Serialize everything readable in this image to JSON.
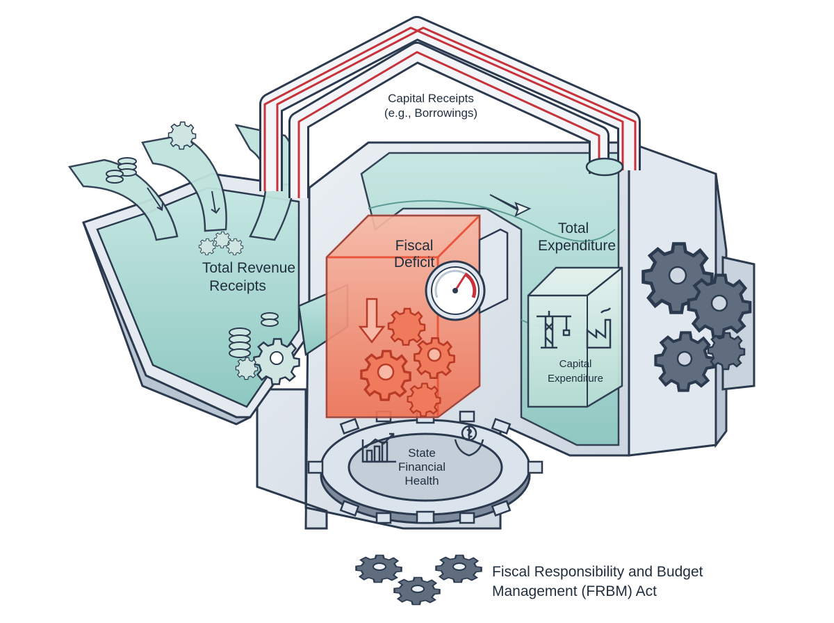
{
  "diagram": {
    "capital_receipts": [
      "Capital Receipts",
      "(e.g., Borrowings)"
    ],
    "total_revenue_receipts": [
      "Total Revenue",
      "Receipts"
    ],
    "fiscal_deficit": [
      "Fiscal",
      "Deficit"
    ],
    "total_expenditure": [
      "Total",
      "Expenditure"
    ],
    "capital_expenditure": [
      "Capital",
      "Expenditure"
    ],
    "state_financial_health": [
      "State",
      "Financial",
      "Health"
    ],
    "frbm_act": [
      "Fiscal Responsibility and Budget",
      "Management (FRBM) Act"
    ]
  },
  "colors": {
    "outline": "#2b3a4e",
    "water": "#a9d8d2",
    "water_dark": "#7fbdb6",
    "casing": "#dfe6ee",
    "casing_shade": "#b9c5d3",
    "deficit_red": "#e8563c",
    "deficit_fill": "#f6a58e",
    "pipe_red": "#c8323a",
    "gear_gray": "#5f6d7e"
  },
  "icons": [
    "gear-icon",
    "coin-stack-icon",
    "flow-arrow-icon",
    "gauge-icon",
    "down-arrow-icon",
    "crane-icon",
    "factory-icon",
    "bar-chart-icon",
    "hands-coin-icon"
  ]
}
